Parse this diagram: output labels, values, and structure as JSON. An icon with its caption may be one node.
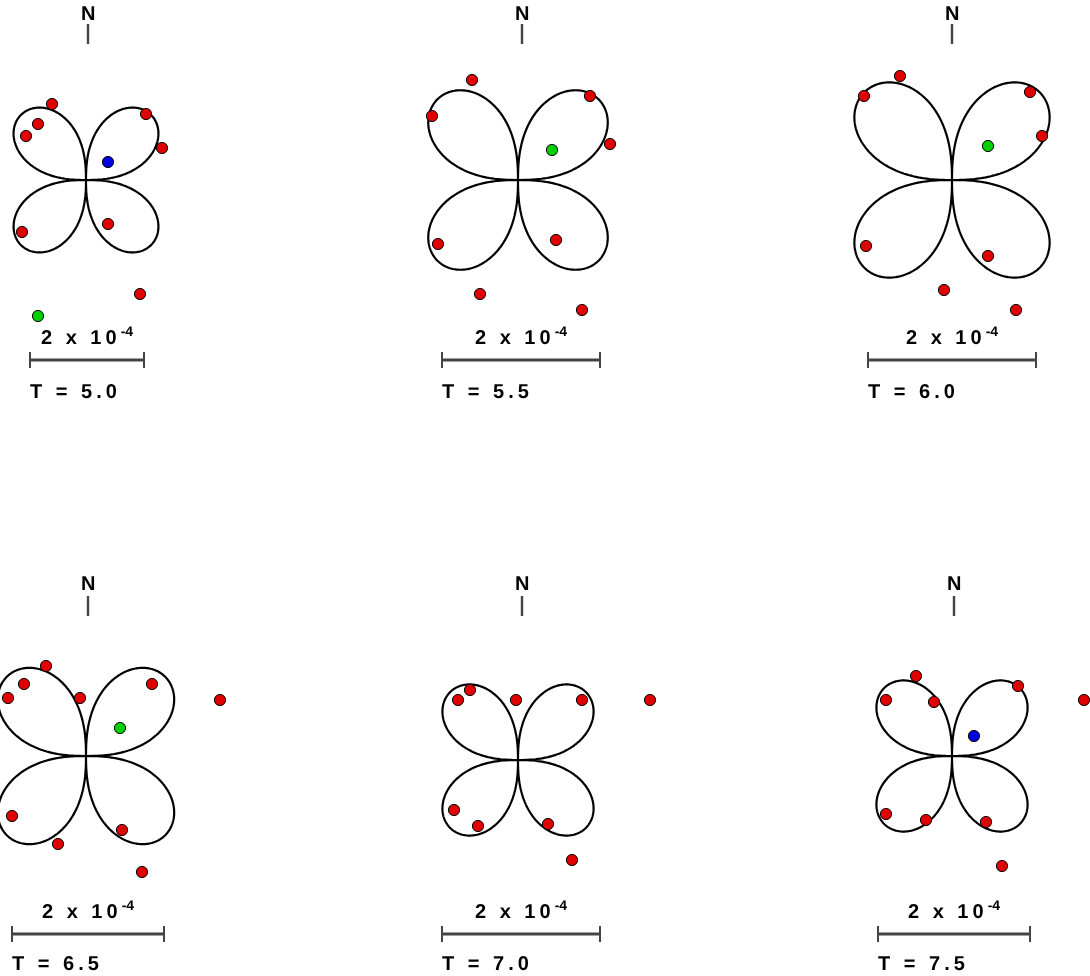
{
  "diagram": {
    "labels": [
      "N",
      "2 x 10$^{-4}$",
      "T = 5.0",
      "N",
      "2 x 10$^{-4}$",
      "T = 5.5",
      "N",
      "2 x 10$^{-4}$",
      "T = 6.0",
      "N",
      "2 x 10$^{-4}$",
      "T = 6.5",
      "N",
      "2 x 10$^{-4}$",
      "T = 7.0",
      "N",
      "2 x 10$^{-4}$",
      "T = 7.5"
    ]
  }
}
